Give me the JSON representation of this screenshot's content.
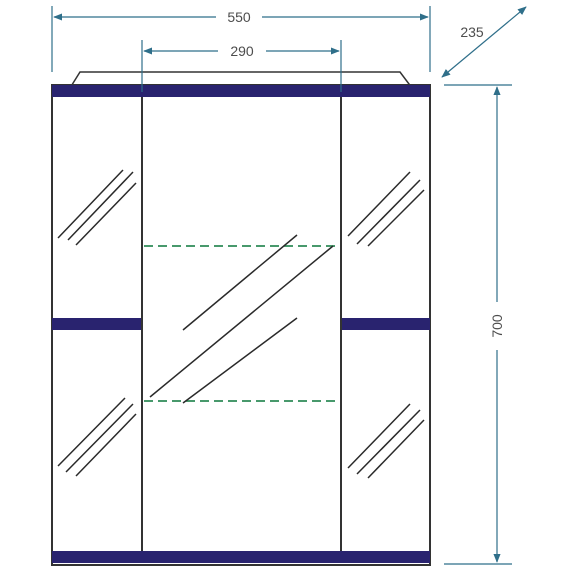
{
  "dimensions": {
    "overall_width": "550",
    "center_width": "290",
    "depth": "235",
    "height": "700"
  },
  "colors": {
    "dimension_line": "#2f6f8a",
    "cabinet_outline": "#333333",
    "band": "#29236f",
    "shelf": "#2e8b57",
    "glare": "#2a2a2a",
    "label": "#4d4d4d"
  }
}
